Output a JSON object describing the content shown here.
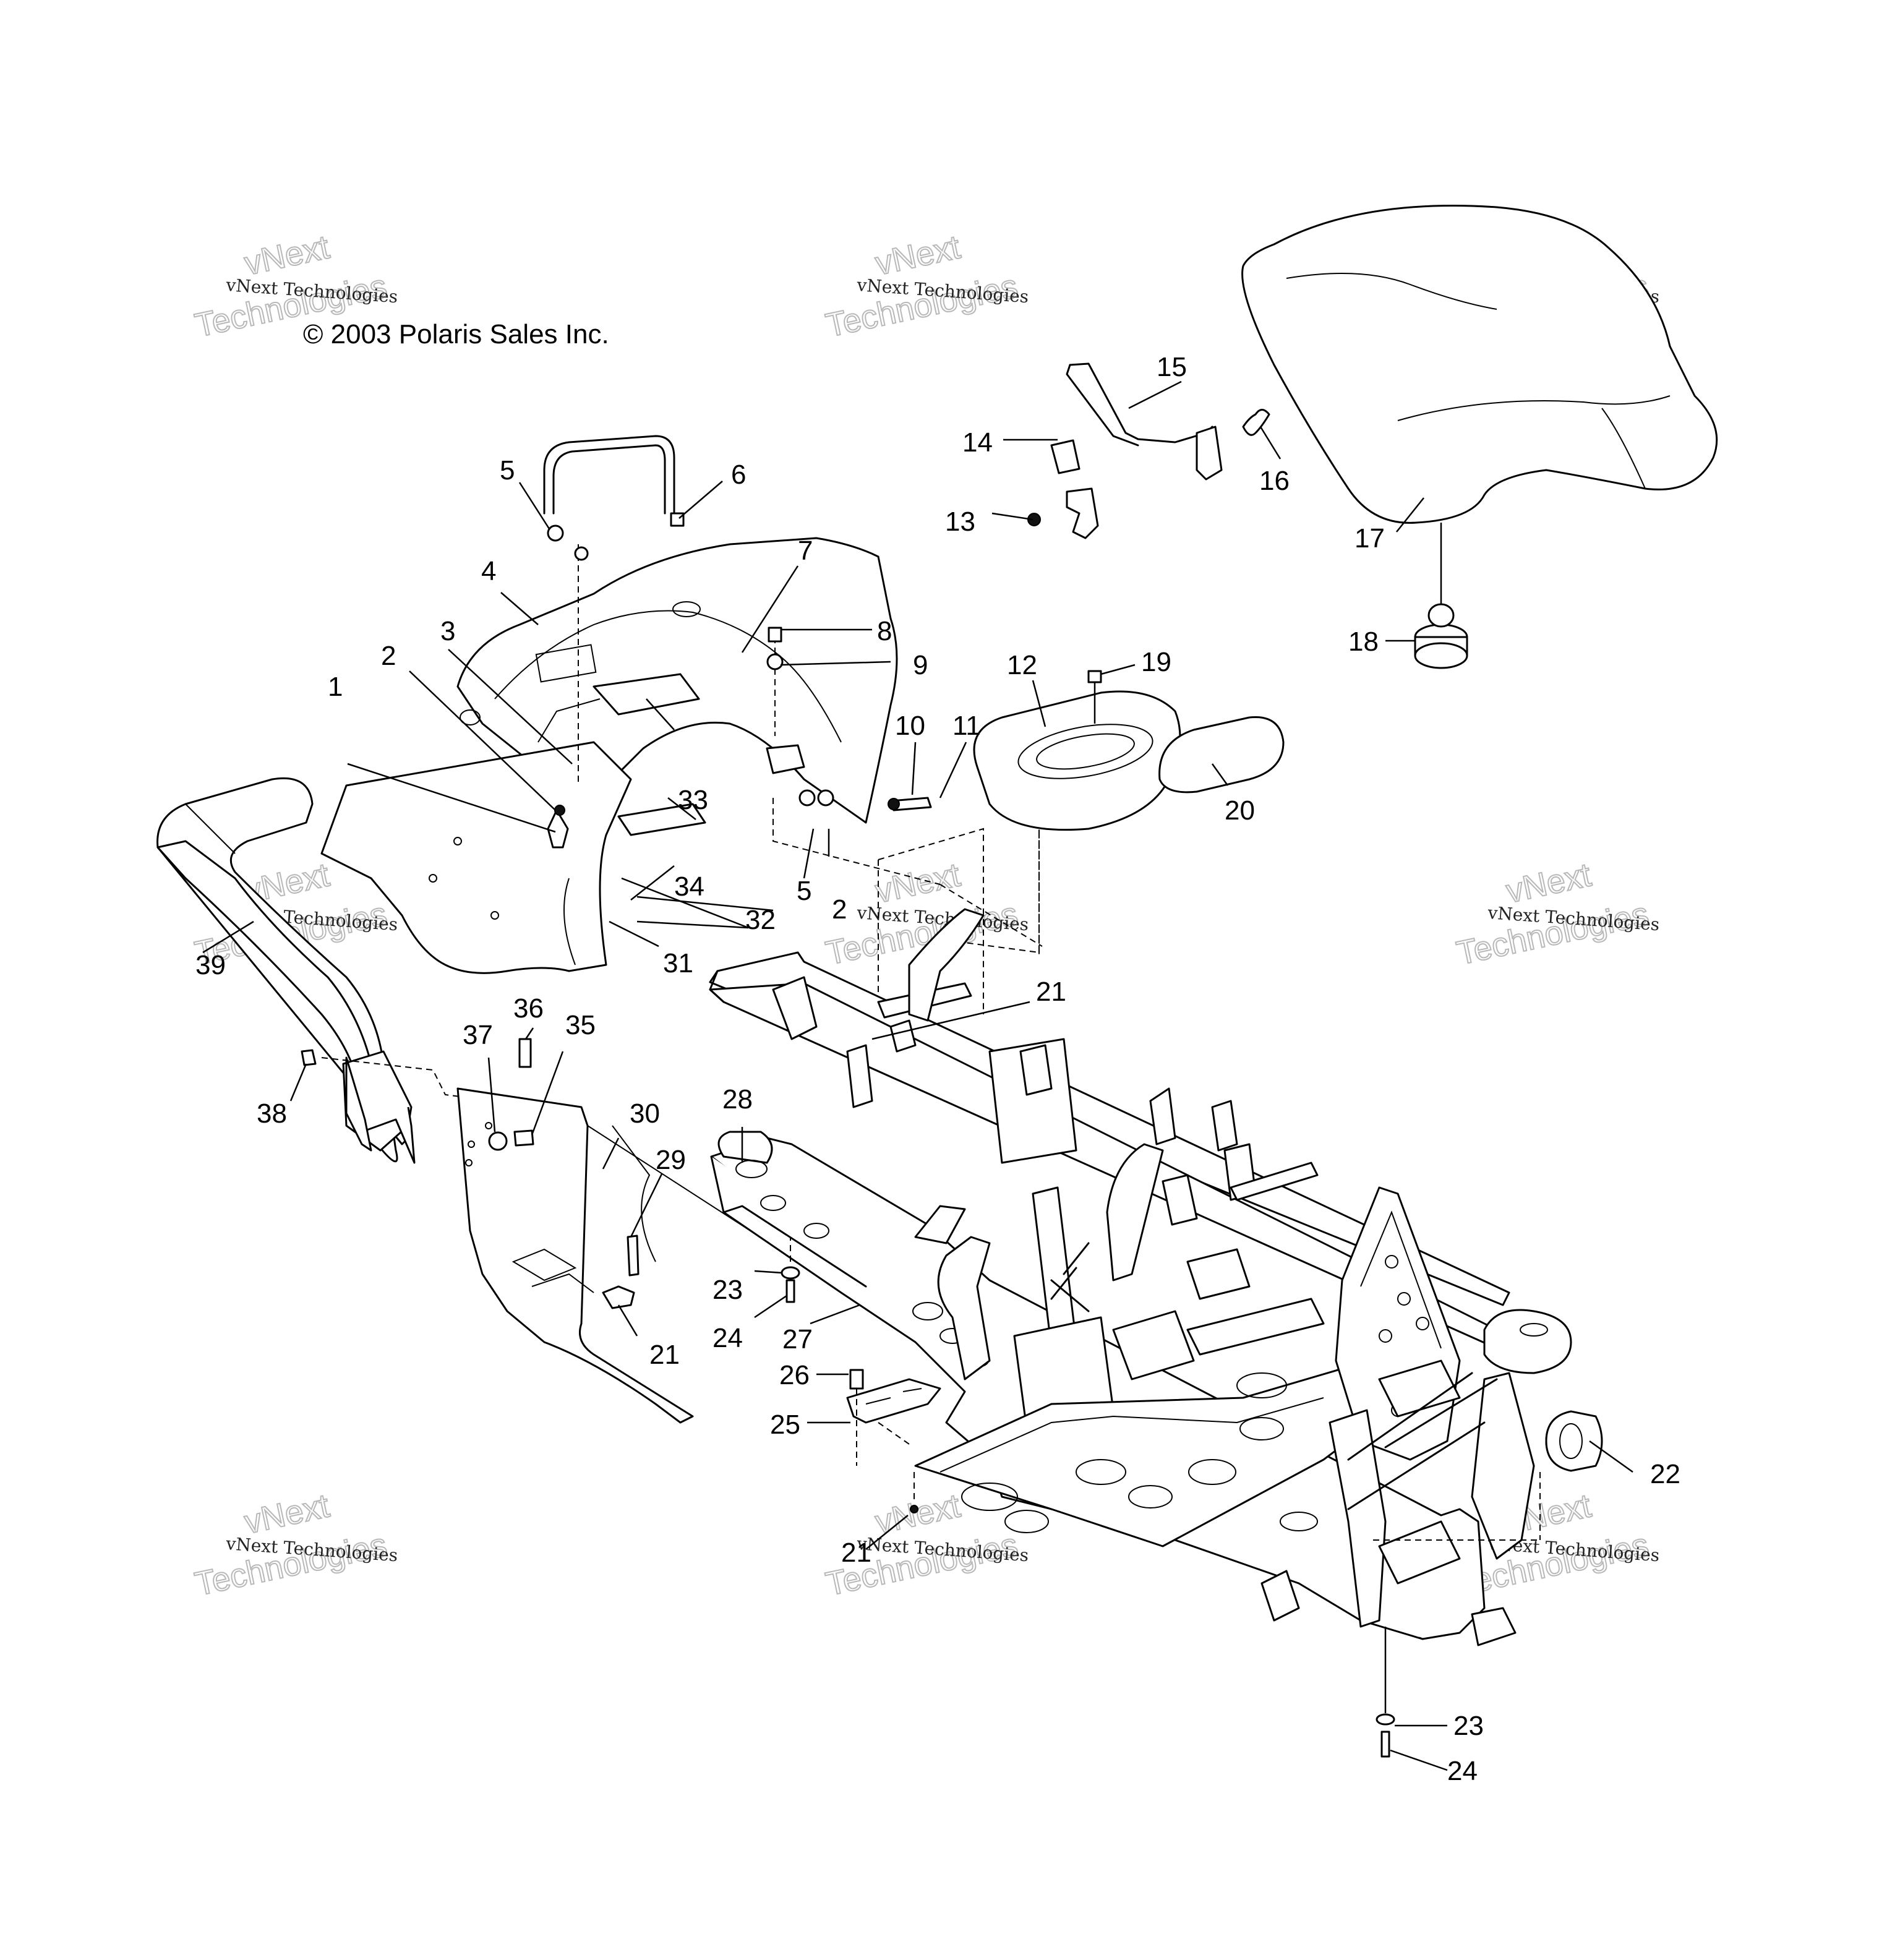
{
  "copyright": "© 2003 Polaris Sales Inc.",
  "watermark": {
    "line1": "vNext",
    "line2": "Technologies",
    "caption": "vNext Technologies"
  },
  "callouts": {
    "c1": "1",
    "c2a": "2",
    "c2b": "2",
    "c3": "3",
    "c4": "4",
    "c5a": "5",
    "c5b": "5",
    "c6": "6",
    "c7": "7",
    "c8": "8",
    "c9": "9",
    "c10": "10",
    "c11": "11",
    "c12": "12",
    "c13": "13",
    "c14": "14",
    "c15": "15",
    "c16": "16",
    "c17": "17",
    "c18": "18",
    "c19": "19",
    "c20": "20",
    "c21a": "21",
    "c21b": "21",
    "c21c": "21",
    "c22": "22",
    "c23a": "23",
    "c23b": "23",
    "c24a": "24",
    "c24b": "24",
    "c25": "25",
    "c26": "26",
    "c27": "27",
    "c28": "28",
    "c29": "29",
    "c30": "30",
    "c31": "31",
    "c32": "32",
    "c33": "33",
    "c34": "34",
    "c35": "35",
    "c36": "36",
    "c37": "37",
    "c38": "38",
    "c39": "39"
  }
}
